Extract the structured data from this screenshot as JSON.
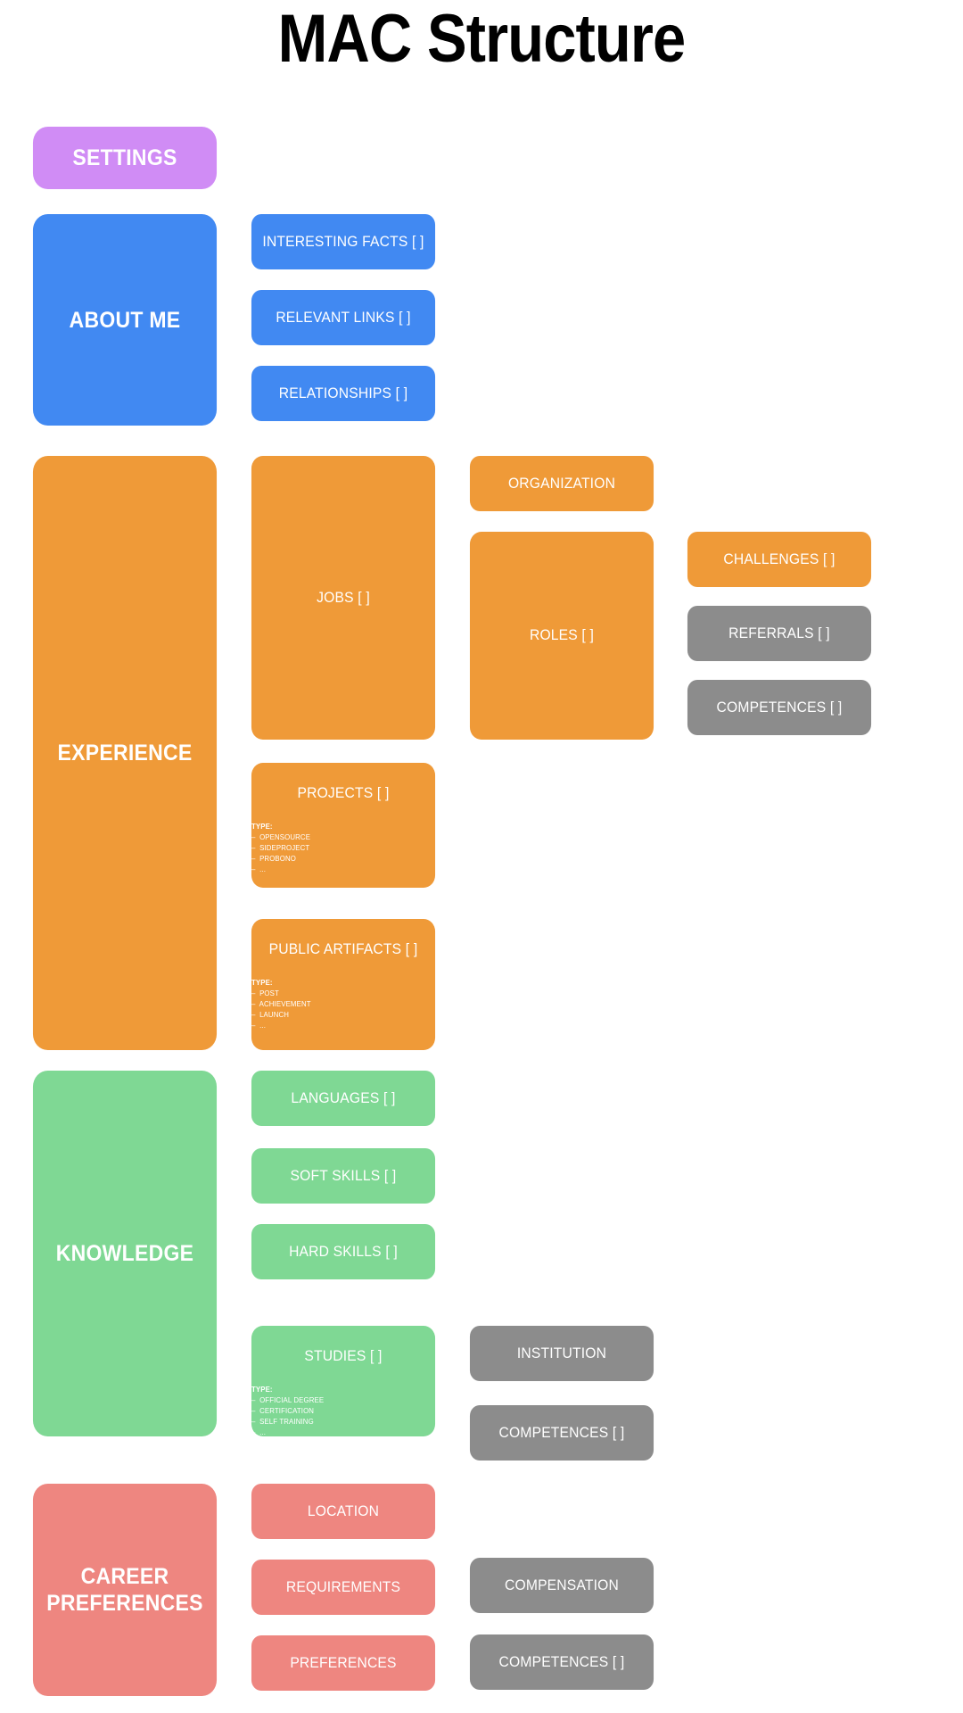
{
  "title": "MAC Structure",
  "colors": {
    "settings": "#d08cf5",
    "about_me": "#4189f2",
    "experience": "#ef9a38",
    "knowledge": "#7fd894",
    "career_preferences": "#ee8680",
    "shared_gray": "#8c8c8c",
    "background": "#ffffff",
    "text_on_node": "#ffffff",
    "title_text": "#000000"
  },
  "sections": {
    "settings": {
      "label": "SETTINGS"
    },
    "about_me": {
      "label": "ABOUT ME",
      "children": [
        {
          "label": "INTERESTING FACTS [ ]"
        },
        {
          "label": "RELEVANT LINKS [ ]"
        },
        {
          "label": "RELATIONSHIPS [ ]"
        }
      ]
    },
    "experience": {
      "label": "EXPERIENCE",
      "children": [
        {
          "label": "JOBS [ ]"
        },
        {
          "label": "PROJECTS [ ]",
          "type_label": "TYPE:",
          "types": [
            "–  OPENSOURCE",
            "–  SIDEPROJECT",
            "–  PROBONO",
            "–  ..."
          ]
        },
        {
          "label": "PUBLIC ARTIFACTS [ ]",
          "type_label": "TYPE:",
          "types": [
            "–  POST",
            "–  ACHIEVEMENT",
            "–  LAUNCH",
            "–  ..."
          ]
        }
      ],
      "grandchildren": [
        {
          "label": "ORGANIZATION"
        },
        {
          "label": "ROLES [ ]"
        }
      ],
      "great_grandchildren": [
        {
          "label": "CHALLENGES [ ]"
        },
        {
          "label": "REFERRALS [ ]"
        },
        {
          "label": "COMPETENCES [ ]"
        }
      ]
    },
    "knowledge": {
      "label": "KNOWLEDGE",
      "children": [
        {
          "label": "LANGUAGES [ ]"
        },
        {
          "label": "SOFT SKILLS [ ]"
        },
        {
          "label": "HARD SKILLS [ ]"
        },
        {
          "label": "STUDIES [ ]",
          "type_label": "TYPE:",
          "types": [
            "–  OFFICIAL DEGREE",
            "–  CERTIFICATION",
            "–  SELF TRAINING",
            "–  ..."
          ]
        }
      ],
      "grandchildren": [
        {
          "label": "INSTITUTION"
        },
        {
          "label": "COMPETENCES [ ]"
        }
      ]
    },
    "career_preferences": {
      "label": "CAREER\nPREFERENCES",
      "label_line_1": "CAREER",
      "label_line_2": "PREFERENCES",
      "children": [
        {
          "label": "LOCATION"
        },
        {
          "label": "REQUIREMENTS"
        },
        {
          "label": "PREFERENCES"
        }
      ],
      "grandchildren": [
        {
          "label": "COMPENSATION"
        },
        {
          "label": "COMPETENCES [ ]"
        }
      ]
    }
  }
}
